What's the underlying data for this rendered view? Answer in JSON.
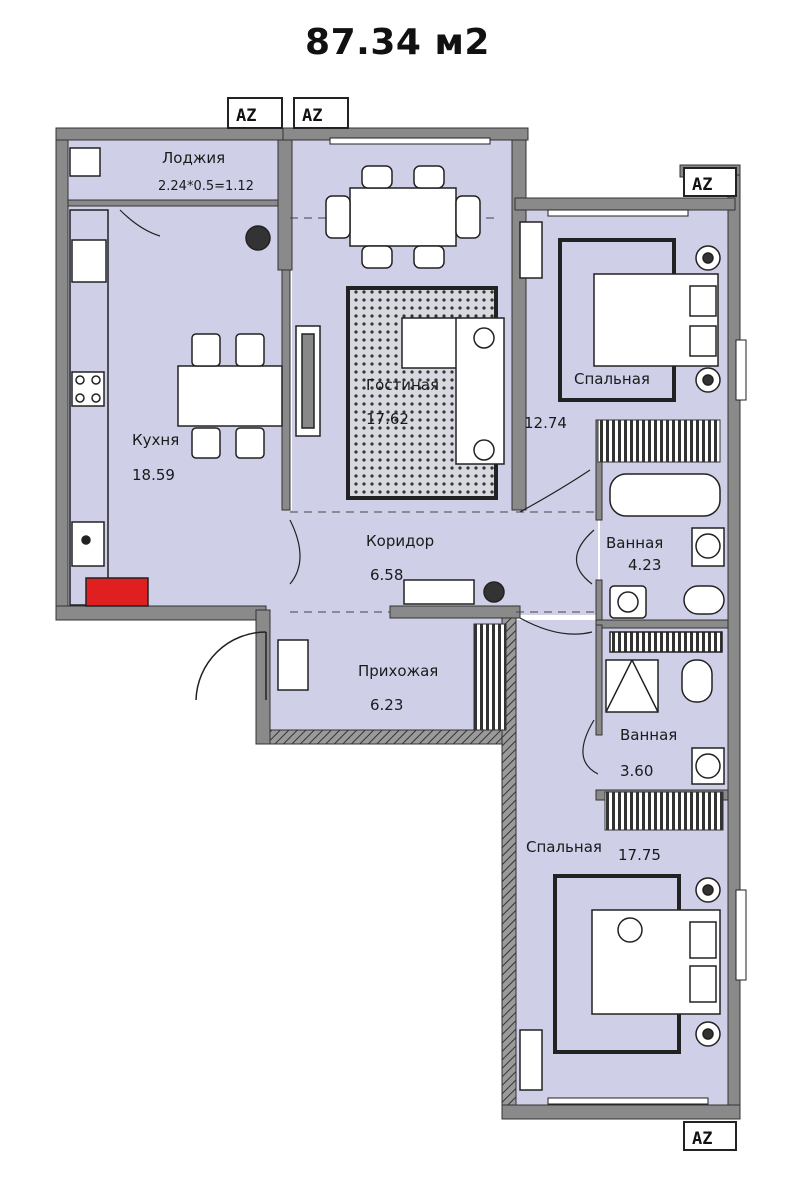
{
  "plan": {
    "total_area": "87.34 м2",
    "colors": {
      "floor": "#cfd0e8",
      "wall": "#8a8a8a",
      "wall_dark": "#3a3a3a",
      "line": "#222222",
      "rug": "#6a6a6a",
      "stove": "#e02020"
    },
    "rooms": {
      "loggia": {
        "name": "Лоджия",
        "area": "2.24*0.5=1.12"
      },
      "kitchen": {
        "name": "Кухня",
        "area": "18.59"
      },
      "living": {
        "name": "Гостиная",
        "area": "17.62"
      },
      "bedroom1": {
        "name": "Спальная",
        "area": "12.74"
      },
      "corridor": {
        "name": "Коридор",
        "area": "6.58"
      },
      "bath1": {
        "name": "Ванная",
        "area": "4.23"
      },
      "hall": {
        "name": "Прихожая",
        "area": "6.23"
      },
      "bath2": {
        "name": "Ванная",
        "area": "3.60"
      },
      "bedroom2": {
        "name": "Спальная",
        "area": "17.75"
      }
    },
    "badges": {
      "a1": "AZ",
      "a2": "AZ",
      "a3": "AZ",
      "a4": "AZ"
    }
  }
}
